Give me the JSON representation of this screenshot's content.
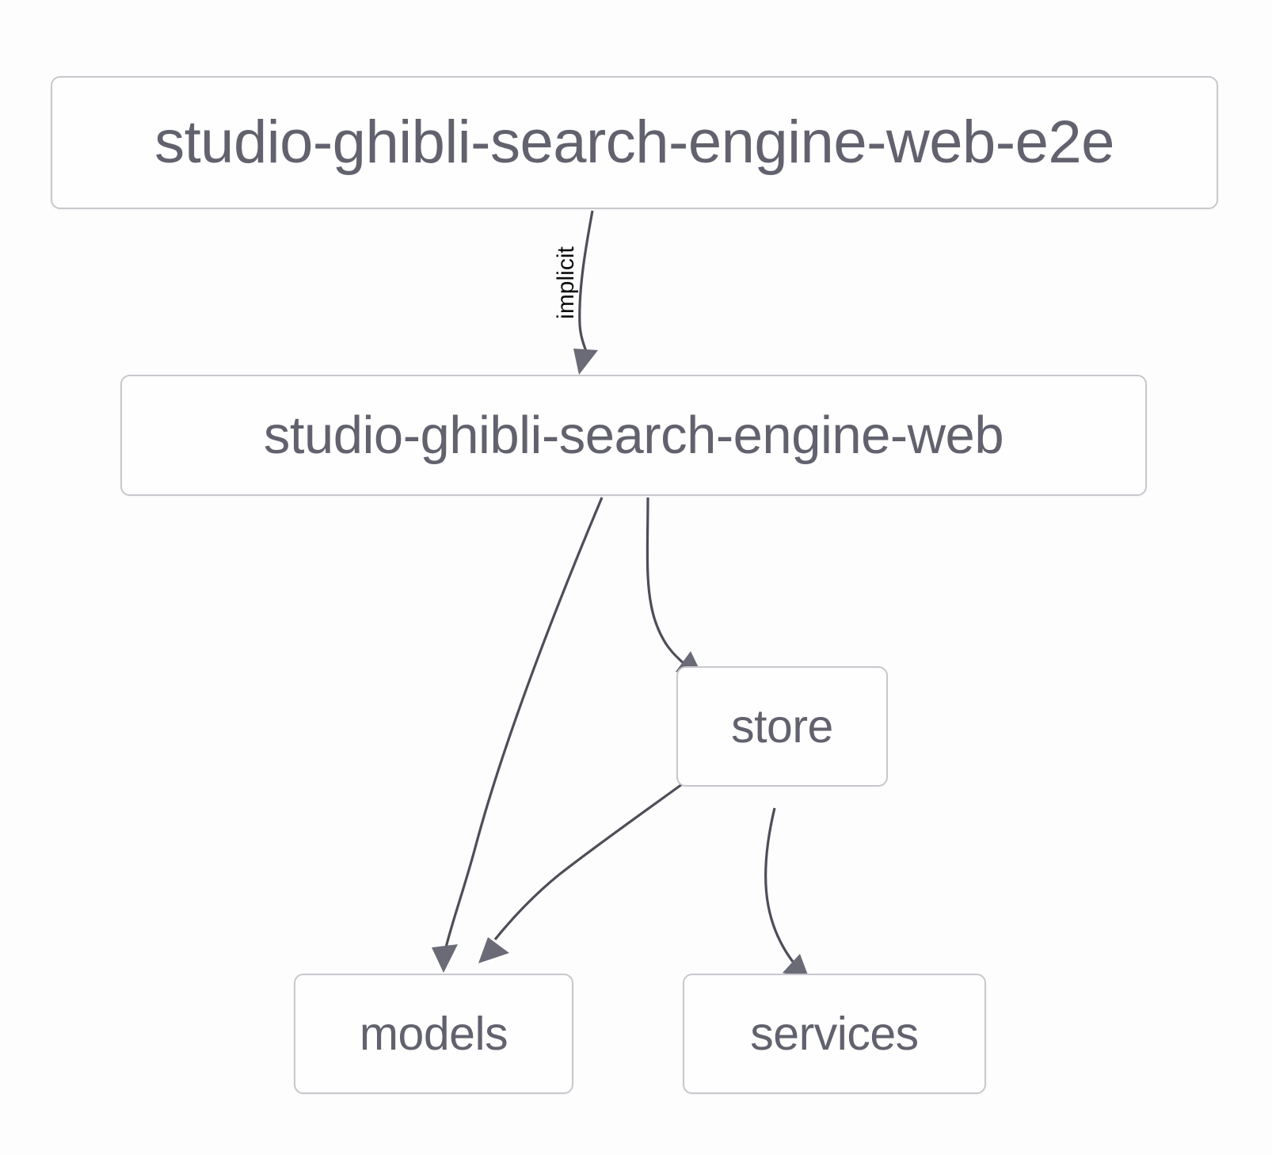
{
  "diagram": {
    "type": "dependency-graph",
    "title": "",
    "background_color": "#fdfdfd",
    "node_border_color": "#c9c7cd",
    "node_fill_color": "#fefefe",
    "node_text_color": "#62626e",
    "edge_color": "#4e4e58",
    "edge_label_color": "#0c0c0c",
    "nodes": [
      {
        "id": "e2e",
        "label": "studio-ghibli-search-engine-web-e2e"
      },
      {
        "id": "web",
        "label": "studio-ghibli-search-engine-web"
      },
      {
        "id": "store",
        "label": "store"
      },
      {
        "id": "models",
        "label": "models"
      },
      {
        "id": "services",
        "label": "services"
      }
    ],
    "edges": [
      {
        "from": "e2e",
        "to": "web",
        "label": "implicit"
      },
      {
        "from": "web",
        "to": "models",
        "label": ""
      },
      {
        "from": "web",
        "to": "store",
        "label": ""
      },
      {
        "from": "store",
        "to": "models",
        "label": ""
      },
      {
        "from": "store",
        "to": "services",
        "label": ""
      }
    ]
  }
}
